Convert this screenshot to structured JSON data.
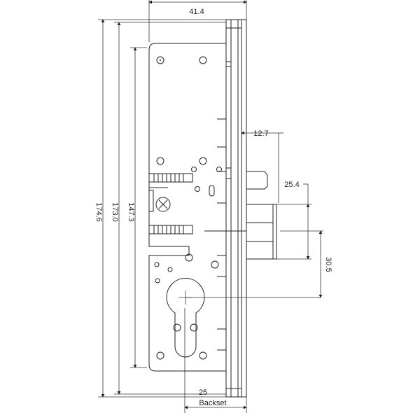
{
  "title": "Mortise lock dimensional drawing",
  "dimensions": {
    "width": "41.4",
    "forend_offset": "12.7",
    "latch_to_bolt": "25.4",
    "bolt_to_cylinder": "30.5",
    "forend_length": "174.6",
    "faceplate_length": "173.0",
    "case_height": "147.3",
    "backset_value": "25",
    "backset_label": "Backset"
  },
  "colors": {
    "line": "#222222",
    "background": "#ffffff"
  }
}
